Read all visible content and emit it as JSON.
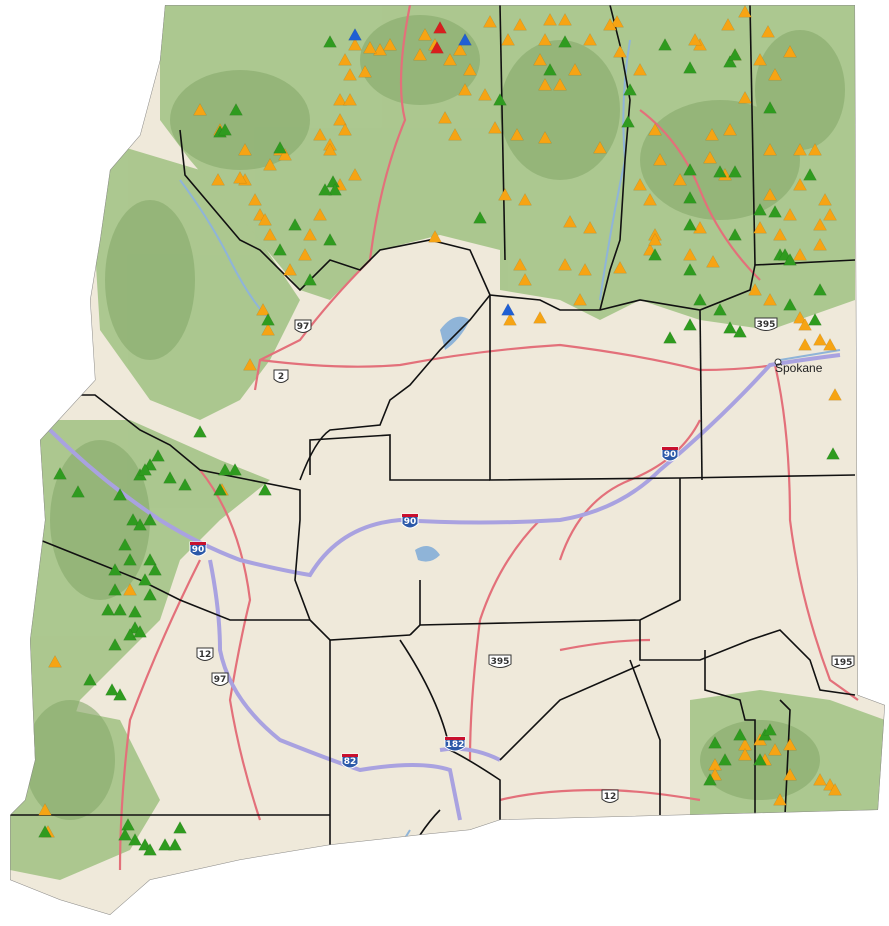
{
  "colors": {
    "background": "#ffffff",
    "land": "#efe9da",
    "forest": "#9fbf82",
    "forest_dark": "#7ea266",
    "county_line": "#111111",
    "highway": "#e3707a",
    "interstate": "#a9a2e0",
    "water": "#8fb4d8",
    "marker_orange": "#f6a414",
    "marker_green": "#2f9b1f",
    "marker_blue": "#1f5fd4",
    "marker_red": "#d81e1e",
    "shield_interstate": "#2b58a8",
    "shield_us": "#ffffff"
  },
  "city_labels": [
    {
      "id": "spokane",
      "text": "Spokane"
    }
  ],
  "route_shields": [
    {
      "id": "i90-east",
      "type": "interstate",
      "text": "90"
    },
    {
      "id": "i90-center",
      "type": "interstate",
      "text": "90"
    },
    {
      "id": "i90-west",
      "type": "interstate",
      "text": "90"
    },
    {
      "id": "i82",
      "type": "interstate",
      "text": "82"
    },
    {
      "id": "i182",
      "type": "interstate",
      "text": "182"
    },
    {
      "id": "us97-north",
      "type": "us",
      "text": "97"
    },
    {
      "id": "us97-south",
      "type": "us",
      "text": "97"
    },
    {
      "id": "us2",
      "type": "us",
      "text": "2"
    },
    {
      "id": "us395-north",
      "type": "us",
      "text": "395"
    },
    {
      "id": "us395-south",
      "type": "us",
      "text": "395"
    },
    {
      "id": "us12-west",
      "type": "us",
      "text": "12"
    },
    {
      "id": "us12-east",
      "type": "us",
      "text": "12"
    },
    {
      "id": "us195",
      "type": "us",
      "text": "195"
    }
  ],
  "markers": {
    "orange": 190,
    "green": 110,
    "blue": 3,
    "red": 2
  }
}
